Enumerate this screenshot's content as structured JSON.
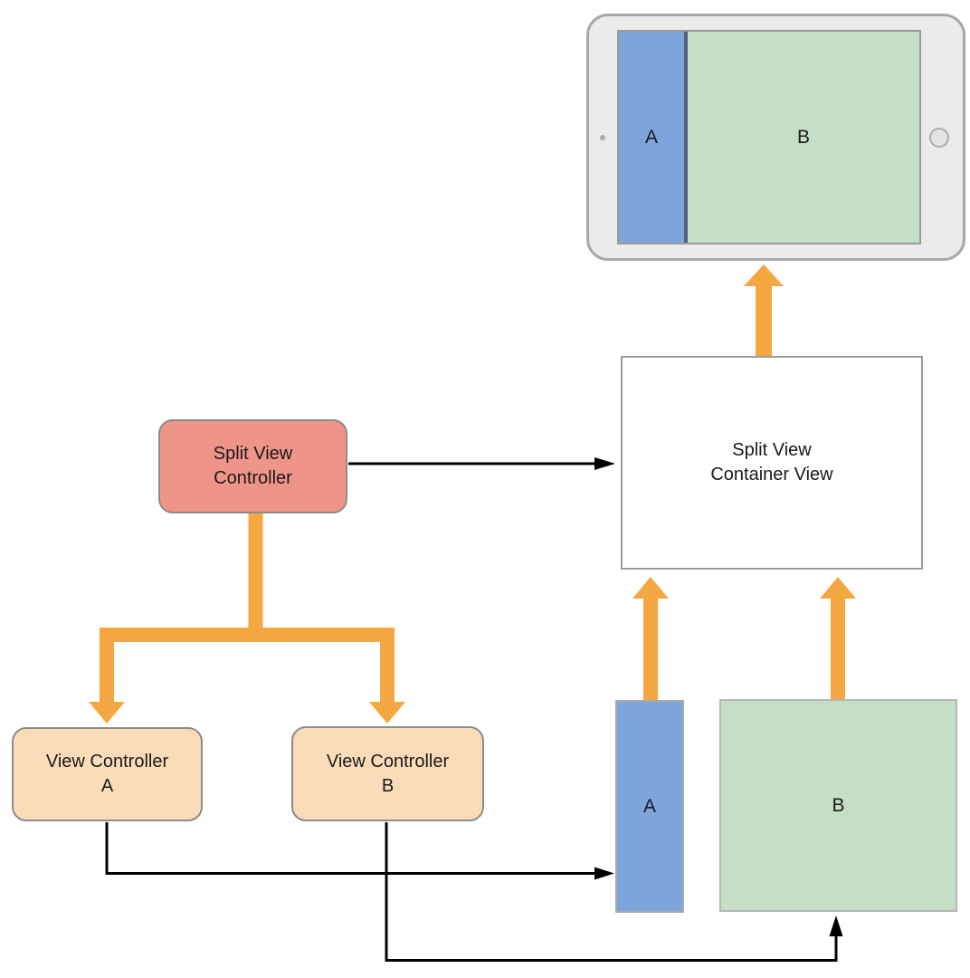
{
  "colors": {
    "orange": "#F5A742",
    "salmon": "#EF9488",
    "peach": "#FADCB9",
    "blue": "#7DA5DC",
    "green": "#C4DFC6",
    "node_border": "#8C8C8C",
    "view_border": "#B5B5B5",
    "device_body": "#EBEBEB",
    "device_border": "#A8A8A8",
    "screen_border": "#9B9B9B",
    "panel_divider": "#55627E",
    "line_black": "#000000",
    "text": "#1A1A1A"
  },
  "nodes": {
    "split_view_controller": {
      "line1": "Split View",
      "line2": "Controller"
    },
    "split_view_container_view": {
      "line1": "Split View",
      "line2": "Container View"
    },
    "view_controller_a": {
      "line1": "View Controller",
      "line2": "A"
    },
    "view_controller_b": {
      "line1": "View Controller",
      "line2": "B"
    }
  },
  "views": {
    "view_a_label": "A",
    "view_b_label": "B"
  },
  "device": {
    "panel_a_label": "A",
    "panel_b_label": "B"
  }
}
